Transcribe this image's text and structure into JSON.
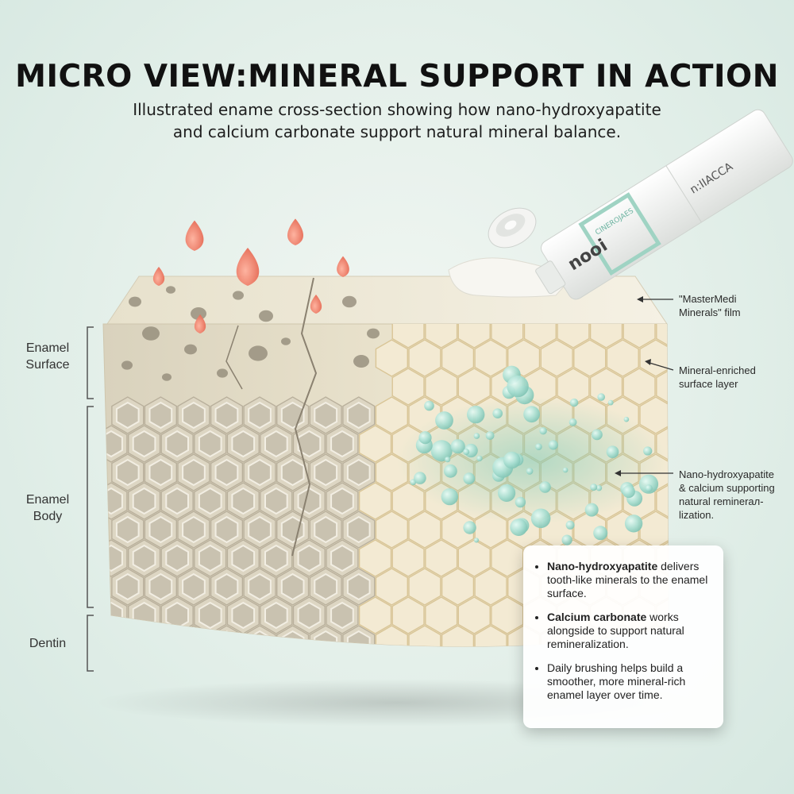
{
  "header": {
    "title": "MICRO VIEW:MINERAL SUPPORT IN ACTION",
    "subtitle_line1": "Illustrated ename cross-section showing how nano-hydroxyapatite",
    "subtitle_line2": "and calcium carbonate support natural mineral balance."
  },
  "layers": {
    "enamel_surface": [
      "Enamel",
      "Surface"
    ],
    "enamel_body": [
      "Enamel",
      "Body"
    ],
    "dentin": "Dentin"
  },
  "callouts": {
    "film": [
      "\"MasterMedi",
      "Minerals\" film"
    ],
    "surface_layer": [
      "Mineral-enriched",
      "surface layer"
    ],
    "nano": [
      "Nano-hydroxyapatite",
      "& calcium supporting",
      "natural reminerал-",
      "lization."
    ]
  },
  "infobox": {
    "items": [
      {
        "bold": "Nano-hydroxyapatite",
        "text": " delivers tooth-like minerals to the enamel surface."
      },
      {
        "bold": "Calcium carbonate",
        "text": " works alongside to support natural remineralization."
      },
      {
        "bold": "",
        "text": "Daily brushing helps build a smoother, more mineral-rich enamel layer over time."
      }
    ]
  },
  "tube": {
    "brand": "nooi",
    "label_side": "n:IIACCA",
    "label_small": "CINEROJAES"
  },
  "colors": {
    "enamel": "#ece5d2",
    "hexagon_fill": "#f3ead3",
    "mineral_bubble": "#9fd9cc",
    "acid_drop": "#ec7a62",
    "background": "#e3efe9"
  }
}
